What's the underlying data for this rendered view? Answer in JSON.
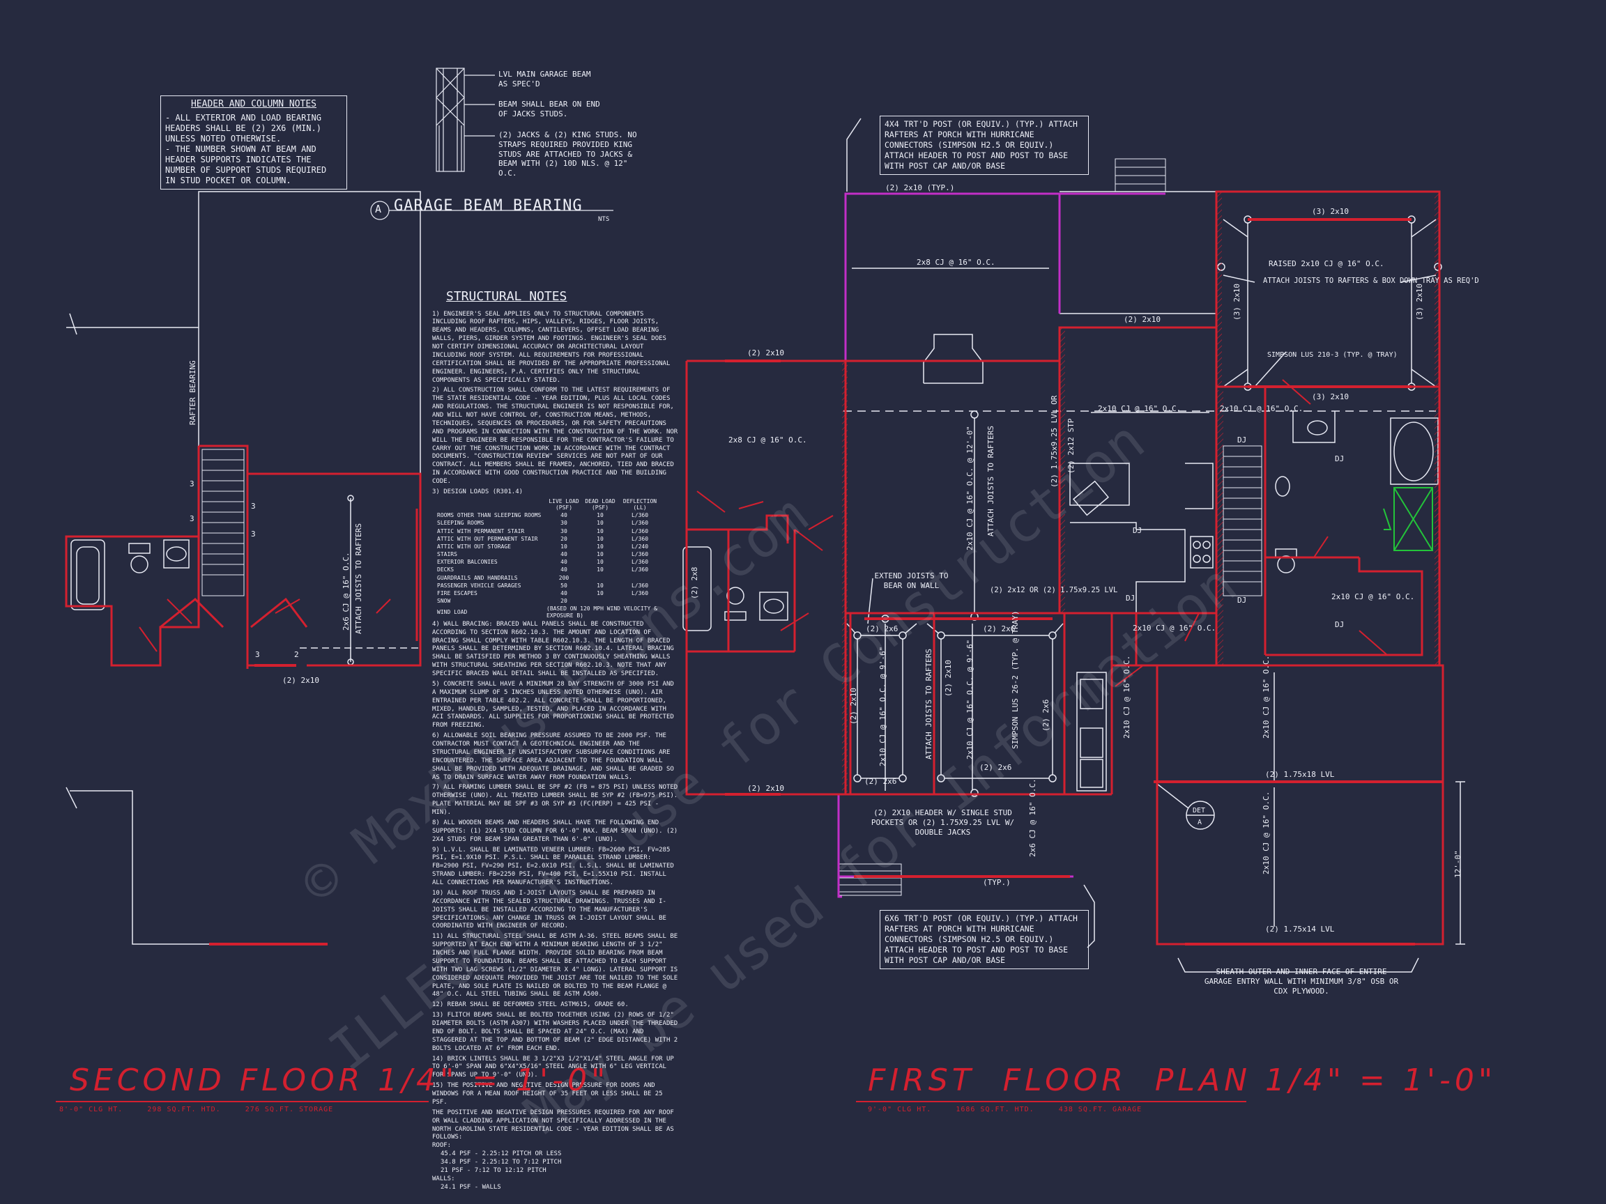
{
  "header_notes": {
    "title": "HEADER AND COLUMN NOTES",
    "lines": [
      "- ALL EXTERIOR AND LOAD BEARING",
      "HEADERS SHALL BE (2) 2x6 (MIN.)",
      "UNLESS NOTED OTHERWISE.",
      "- THE NUMBER SHOWN AT BEAM AND",
      "HEADER SUPPORTS INDICATES THE",
      "NUMBER OF SUPPORT STUDS REQUIRED",
      "IN STUD POCKET OR COLUMN."
    ]
  },
  "beam_detail": {
    "callout_1": "LVL MAIN GARAGE BEAM AS SPEC'D",
    "callout_2": "BEAM SHALL BEAR ON END OF JACKS STUDS.",
    "callout_3": "(2) JACKS & (2) KING STUDS. NO STRAPS REQUIRED PROVIDED KING STUDS ARE ATTACHED TO JACKS & BEAM WITH (2) 10d NLS. @ 12\" O.C.",
    "marker": "A",
    "title": "GARAGE BEAM BEARING",
    "scale": "NTS"
  },
  "structural_notes": {
    "title": "STRUCTURAL NOTES",
    "paragraphs": [
      "1) ENGINEER'S SEAL APPLIES ONLY TO STRUCTURAL COMPONENTS INCLUDING ROOF RAFTERS, HIPS, VALLEYS, RIDGES, FLOOR JOISTS, BEAMS AND HEADERS, COLUMNS, CANTILEVERS, OFFSET LOAD BEARING WALLS, PIERS, GIRDER SYSTEM AND FOOTINGS. ENGINEER'S SEAL DOES NOT CERTIFY DIMENSIONAL ACCURACY OR ARCHITECTURAL LAYOUT INCLUDING ROOF SYSTEM. ALL REQUIREMENTS FOR PROFESSIONAL CERTIFICATION SHALL BE PROVIDED BY THE APPROPRIATE PROFESSIONAL ENGINEER. ENGINEERS, P.A. CERTIFIES ONLY THE STRUCTURAL COMPONENTS AS SPECIFICALLY STATED.",
      "2) ALL CONSTRUCTION SHALL CONFORM TO THE LATEST REQUIREMENTS OF THE STATE RESIDENTIAL CODE - YEAR EDITION, PLUS ALL LOCAL CODES AND REGULATIONS. THE STRUCTURAL ENGINEER IS NOT RESPONSIBLE FOR, AND WILL NOT HAVE CONTROL OF, CONSTRUCTION MEANS, METHODS, TECHNIQUES, SEQUENCES OR PROCEDURES, OR FOR SAFETY PRECAUTIONS AND PROGRAMS IN CONNECTION WITH THE CONSTRUCTION OF THE WORK. NOR WILL THE ENGINEER BE RESPONSIBLE FOR THE CONTRACTOR'S FAILURE TO CARRY OUT THE CONSTRUCTION WORK IN ACCORDANCE WITH THE CONTRACT DOCUMENTS. \"CONSTRUCTION REVIEW\" SERVICES ARE NOT PART OF OUR CONTRACT. ALL MEMBERS SHALL BE FRAMED, ANCHORED, TIED AND BRACED IN ACCORDANCE WITH GOOD CONSTRUCTION PRACTICE AND THE BUILDING CODE.",
      "3) DESIGN LOADS (R301.4)"
    ],
    "load_table": {
      "headers": [
        "",
        "LIVE LOAD (PSF)",
        "DEAD LOAD (PSF)",
        "DEFLECTION (LL)"
      ],
      "rows": [
        [
          "ROOMS OTHER THAN SLEEPING ROOMS",
          "40",
          "10",
          "L/360"
        ],
        [
          "SLEEPING ROOMS",
          "30",
          "10",
          "L/360"
        ],
        [
          "ATTIC WITH PERMANENT STAIR",
          "30",
          "10",
          "L/360"
        ],
        [
          "ATTIC WITH OUT PERMANENT STAIR",
          "20",
          "10",
          "L/360"
        ],
        [
          "ATTIC WITH OUT STORAGE",
          "10",
          "10",
          "L/240"
        ],
        [
          "STAIRS",
          "40",
          "10",
          "L/360"
        ],
        [
          "EXTERIOR BALCONIES",
          "40",
          "10",
          "L/360"
        ],
        [
          "DECKS",
          "40",
          "10",
          "L/360"
        ],
        [
          "GUARDRAILS AND HANDRAILS",
          "200",
          "",
          ""
        ],
        [
          "PASSENGER VEHICLE GARAGES",
          "50",
          "10",
          "L/360"
        ],
        [
          "FIRE ESCAPES",
          "40",
          "10",
          "L/360"
        ],
        [
          "SNOW",
          "20",
          "",
          ""
        ],
        [
          "WIND LOAD",
          "(BASED ON 120 MPH WIND VELOCITY & EXPOSURE B)",
          "",
          ""
        ]
      ]
    },
    "paragraphs_2": [
      "4) WALL BRACING: BRACED WALL PANELS SHALL BE CONSTRUCTED ACCORDING TO SECTION R602.10.3. THE AMOUNT AND LOCATION OF BRACING SHALL COMPLY WITH TABLE R602.10.3. THE LENGTH OF BRACED PANELS SHALL BE DETERMINED BY SECTION R602.10.4. LATERAL BRACING SHALL BE SATISFIED PER METHOD 3 BY CONTINUOUSLY SHEATHING WALLS WITH STRUCTURAL SHEATHING PER SECTION R602.10.3. NOTE THAT ANY SPECIFIC BRACED WALL DETAIL SHALL BE INSTALLED AS SPECIFIED.",
      "5) CONCRETE SHALL HAVE A MINIMUM 28 DAY STRENGTH OF 3000 PSI AND A MAXIMUM SLUMP OF 5 INCHES UNLESS NOTED OTHERWISE (UNO). AIR ENTRAINED PER TABLE 402.2. ALL CONCRETE SHALL BE PROPORTIONED, MIXED, HANDLED, SAMPLED, TESTED, AND PLACED IN ACCORDANCE WITH ACI STANDARDS. ALL SUPPLIES FOR PROPORTIONING SHALL BE PROTECTED FROM FREEZING.",
      "6) ALLOWABLE SOIL BEARING PRESSURE ASSUMED TO BE 2000 PSF. THE CONTRACTOR MUST CONTACT A GEOTECHNICAL ENGINEER AND THE STRUCTURAL ENGINEER IF UNSATISFACTORY SUBSURFACE CONDITIONS ARE ENCOUNTERED. THE SURFACE AREA ADJACENT TO THE FOUNDATION WALL SHALL BE PROVIDED WITH ADEQUATE DRAINAGE, AND SHALL BE GRADED SO AS TO DRAIN SURFACE WATER AWAY FROM FOUNDATION WALLS.",
      "7) ALL FRAMING LUMBER SHALL BE SPF #2 (Fb = 875 PSI) UNLESS NOTED OTHERWISE (UNO). ALL TREATED LUMBER SHALL BE SYP #2 (Fb=975 PSI). PLATE MATERIAL MAY BE SPF #3 OR SYP #3 (Fc(perp) = 425 PSI - MIN).",
      "8) ALL WOODEN BEAMS AND HEADERS SHALL HAVE THE FOLLOWING END SUPPORTS: (1) 2x4 STUD COLUMN FOR 6'-0\" MAX. BEAM SPAN (UNO). (2) 2x4 STUDS FOR BEAM SPAN GREATER THAN 6'-0\" (UNO).",
      "9) L.V.L. SHALL BE LAMINATED VENEER LUMBER: Fb=2600 PSI, Fv=285 PSI, E=1.9x10 PSI. P.S.L. SHALL BE PARALLEL STRAND LUMBER: Fb=2900 PSI, Fv=290 PSI, E=2.0x10 PSI. L.S.L. SHALL BE LAMINATED STRAND LUMBER: Fb=2250 PSI, Fv=400 PSI, E=1.55x10 PSI. INSTALL ALL CONNECTIONS PER MANUFACTURER'S INSTRUCTIONS.",
      "10) ALL ROOF TRUSS AND I-JOIST LAYOUTS SHALL BE PREPARED IN ACCORDANCE WITH THE SEALED STRUCTURAL DRAWINGS. TRUSSES AND I-JOISTS SHALL BE INSTALLED ACCORDING TO THE MANUFACTURER'S SPECIFICATIONS. ANY CHANGE IN TRUSS OR I-JOIST LAYOUT SHALL BE COORDINATED WITH ENGINEER OF RECORD.",
      "11) ALL STRUCTURAL STEEL SHALL BE ASTM A-36. STEEL BEAMS SHALL BE SUPPORTED AT EACH END WITH A MINIMUM BEARING LENGTH OF 3 1/2\" INCHES AND FULL FLANGE WIDTH. PROVIDE SOLID BEARING FROM BEAM SUPPORT TO FOUNDATION. BEAMS SHALL BE ATTACHED TO EACH SUPPORT WITH TWO LAG SCREWS (1/2\" DIAMETER x 4\" LONG). LATERAL SUPPORT IS CONSIDERED ADEQUATE PROVIDED THE JOIST ARE TOE NAILED TO THE SOLE PLATE, AND SOLE PLATE IS NAILED OR BOLTED TO THE BEAM FLANGE @ 48\" O.C. ALL STEEL TUBING SHALL BE ASTM A500.",
      "12) REBAR SHALL BE DEFORMED STEEL ASTM615, GRADE 60.",
      "13) FLITCH BEAMS SHALL BE BOLTED TOGETHER USING (2) ROWS OF 1/2\" DIAMETER BOLTS (ASTM A307) WITH WASHERS PLACED UNDER THE THREADED END OF BOLT. BOLTS SHALL BE SPACED AT 24\" O.C. (MAX) AND STAGGERED AT THE TOP AND BOTTOM OF BEAM (2\" EDGE DISTANCE) WITH 2 BOLTS LOCATED AT 6\" FROM EACH END.",
      "14) BRICK LINTELS SHALL BE 3 1/2\"x3 1/2\"x1/4\" STEEL ANGLE FOR UP TO 6'-0\" SPAN AND 6\"x4\"x5/16\" STEEL ANGLE WITH 6\" LEG VERTICAL FOR SPANS UP TO 9'-0\" (UNO).",
      "15) THE POSITIVE AND NEGATIVE DESIGN PRESSURE FOR DOORS AND WINDOWS FOR A MEAN ROOF HEIGHT OF 35 FEET OR LESS SHALL BE 25 PSF.",
      "THE POSITIVE AND NEGATIVE DESIGN PRESSURES REQUIRED FOR ANY ROOF OR WALL CLADDING APPLICATION NOT SPECIFICALLY ADDRESSED IN THE NORTH CAROLINA STATE RESIDENTIAL CODE - YEAR EDITION SHALL BE AS FOLLOWS:",
      "ROOF:",
      "45.4 PSF - 2.25:12 PITCH OR LESS",
      "34.8 PSF - 2.25:12 TO 7:12 PITCH",
      "21 PSF - 7:12 TO 12:12 PITCH",
      "WALLS:",
      "24.1 PSF - WALLS"
    ]
  },
  "second_floor": {
    "rafter_label": "RAFTER BEARING",
    "joist_label": "2x6 CJ @ 16\" O.C.",
    "attach_label": "ATTACH JOISTS TO RAFTERS",
    "header_label": "(2) 2x10",
    "studs": [
      "3",
      "3",
      "3",
      "3",
      "3",
      "2"
    ],
    "title": "SECOND FLOOR 1/4\" = 1'-0\"",
    "sub": "8'-0\" CLG HT.     298 SQ.FT. HTD.     276 SQ.FT. STORAGE"
  },
  "first_floor": {
    "porch_callout_top": "4x4 TRT'D POST (OR EQUIV.) (TYP.) ATTACH RAFTERS AT PORCH WITH HURRICANE CONNECTORS (SIMPSON H2.5 OR EQUIV.) ATTACH HEADER TO POST AND POST TO BASE WITH POST CAP AND/OR BASE",
    "porch_callout_bottom": "6x6 TRT'D POST (OR EQUIV.) (TYP.) ATTACH RAFTERS AT PORCH WITH HURRICANE CONNECTORS (SIMPSON H2.5 OR EQUIV.) ATTACH HEADER TO POST AND POST TO BASE WITH POST CAP AND/OR BASE",
    "sheath_note": "SHEATH OUTER AND INNER FACE OF ENTIRE GARAGE ENTRY WALL WITH MINIMUM 3/8\" OSB OR CDX PLYWOOD.",
    "header_note": "(2) 2x10 HEADER W/ SINGLE STUD POCKETS OR (2) 1.75x9.25 LVL W/ DOUBLE JACKS",
    "extend_note": "EXTEND JOISTS TO BEAR ON WALL",
    "raised_cj": "RAISED 2x10 CJ @ 16\" O.C.",
    "attach_tray": "ATTACH JOISTS TO RAFTERS & BOX DOWN TRAY AS REQ'D",
    "simpson_lus210": "SIMPSON LUS 210-3 (TYP. @ TRAY)",
    "simpson_lus26": "SIMPSON LUS 26-2 (TYP. @ TRAY)",
    "labels": {
      "top_2x10_typ": "(2) 2x10 (TYP.)",
      "cj_2x8_a": "2x8 CJ @ 16\" O.C.",
      "cj_2x8_b": "2x8 CJ @ 16\" O.C.",
      "h_2x10_left": "(2) 2x10",
      "h_2x10_mid": "(2) 2x10",
      "h_2x10_bottom": "(2) 2x10",
      "h_3_2x10_top": "(3) 2x10",
      "h_3_2x10_bottom": "(3) 2x10",
      "h_3_2x10_left": "(3) 2x10",
      "h_3_2x10_right": "(3) 2x10",
      "cj_2x10_kitchen": "2x10 CJ @ 16\" O.C.",
      "cj_2x10_family": "2x10 CJ @ 16\" O.C. @ 12'-0\"",
      "attach_family": "ATTACH JOISTS TO RAFTERS",
      "lvl_1": "(2) 1.75x9.25 LVL OR",
      "stp": "(2) 2x12 STP",
      "h_2x12_or": "(2) 2x12 OR (2) 1.75x9.25 LVL",
      "cj_2x10_hall": "2x10 CJ @ 16\" O.C.",
      "cj_2x10_bath": "2x10 CJ @ 16\" O.C.",
      "cj_2x10_mbr": "2x10 CJ @ 16\" O.C.",
      "h_2x6_a": "(2) 2x6",
      "h_2x6_b": "(2) 2x6",
      "h_2x6_c": "(2) 2x6",
      "h_2x6_d": "(2) 2x6",
      "h_2x6_e": "(2) 2x6",
      "h_2x10_v1": "(2) 2x10",
      "h_2x10_v2": "(2) 2x10",
      "h_2x8_v": "(2) 2x8",
      "cj_2x10_din": "2x10 CJ @ 16\" O.C. @ 9'-6\"",
      "cj_2x10_liv": "2x10 CJ @ 16\" O.C. @ 9'-6\"",
      "attach_liv": "ATTACH JOISTS TO RAFTERS",
      "cj_2x6_porch": "2x6 CJ @ 16\" O.C.",
      "typ": "(TYP.)",
      "cj_2x10_gar1": "2x10 CJ @ 16\" O.C.",
      "cj_2x10_gar2": "2x10 CJ @ 16\" O.C.",
      "lvl_1_75x18": "(2) 1.75x18 LVL",
      "lvl_1_75x14": "(2) 1.75x14 LVL",
      "cj_2x10_laundry": "2x10 CJ @ 16\" O.C.",
      "dim_12": "12'-0\"",
      "dj": "DJ",
      "det_a_1": "DET",
      "det_a_2": "A"
    },
    "title": "FIRST  FLOOR  PLAN 1/4\" = 1'-0\"",
    "sub": "9'-0\" CLG HT.     1686 SQ.FT. HTD.     438 SQ.FT. GARAGE"
  },
  "watermark": {
    "line_1": "© MaxHousePlans.com",
    "line_2": "ILLEGAL to use for Construction",
    "line_3": "May be used for Information"
  },
  "colors": {
    "background": "#262a3f",
    "linework": "#e8eaf4",
    "walls": "#d4202f",
    "porch": "#c22fc7",
    "accent_green": "#23c43a"
  }
}
